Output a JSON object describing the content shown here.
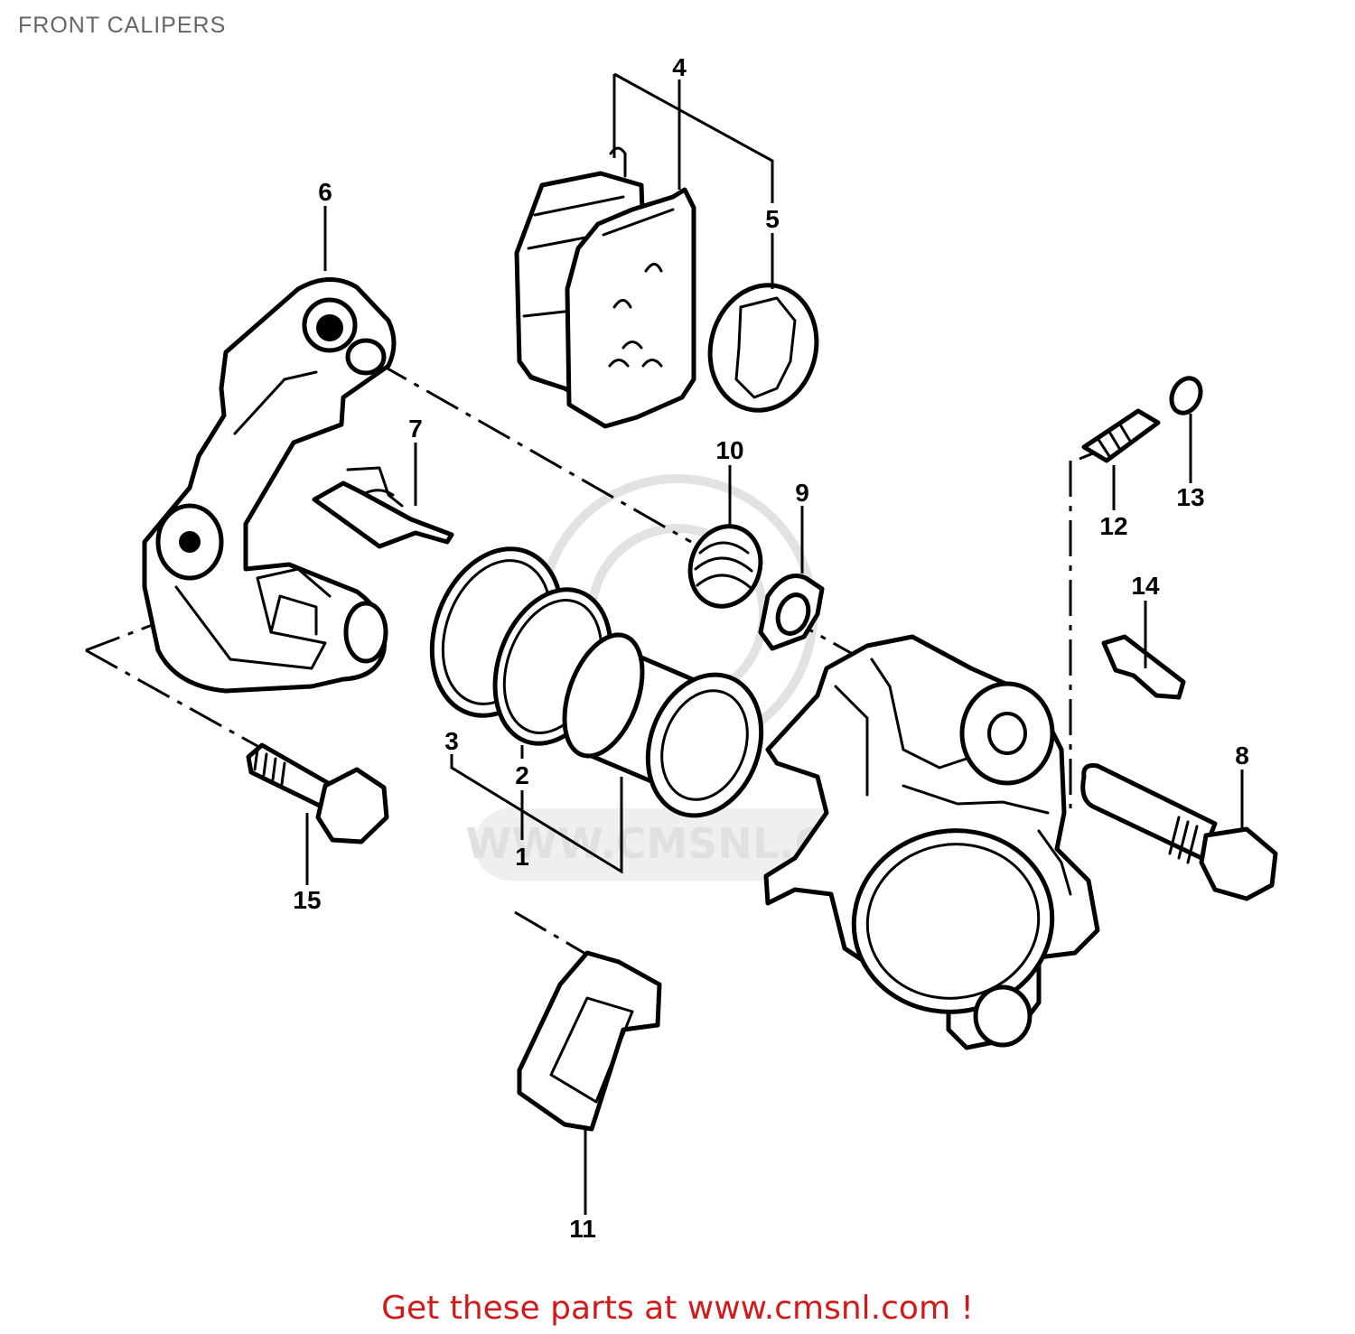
{
  "title": "FRONT CALIPERS",
  "footer": "Get these parts at www.cmsnl.com !",
  "watermark": "WWW.CMSNL.COM",
  "colors": {
    "footer": "#d21a1a",
    "title": "#666666",
    "line": "#000000",
    "watermark": "#e0e0e0"
  },
  "callouts": {
    "c1": "1",
    "c2": "2",
    "c3": "3",
    "c4": "4",
    "c5": "5",
    "c6": "6",
    "c7": "7",
    "c8": "8",
    "c9": "9",
    "c10": "10",
    "c11": "11",
    "c12": "12",
    "c13": "13",
    "c14": "14",
    "c15": "15"
  }
}
